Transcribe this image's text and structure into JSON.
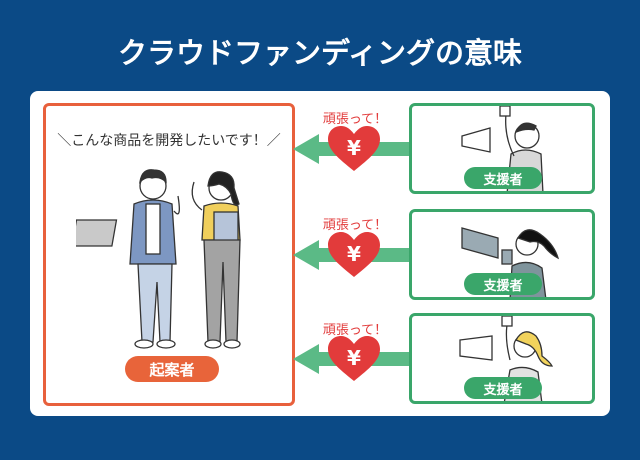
{
  "title": "クラウドファンディングの意味",
  "proposer": {
    "speech": "＼こんな商品を開発したいです！／",
    "label": "起案者"
  },
  "supporters": [
    {
      "cheer": "頑張って！",
      "currency_symbol": "¥",
      "label": "支援者",
      "figure": "man-megaphone"
    },
    {
      "cheer": "頑張って！",
      "currency_symbol": "¥",
      "label": "支援者",
      "figure": "woman-megaphone"
    },
    {
      "cheer": "頑張って！",
      "currency_symbol": "¥",
      "label": "支援者",
      "figure": "woman-blonde-megaphone"
    }
  ],
  "colors": {
    "background": "#0b4a86",
    "proposer_accent": "#e8603c",
    "supporter_accent": "#3aa66a",
    "heart": "#e23b3b"
  }
}
